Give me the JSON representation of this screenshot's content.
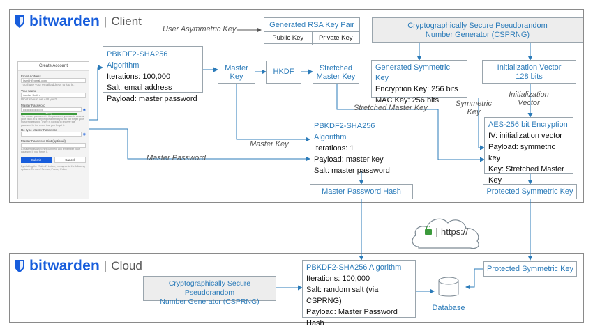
{
  "client": {
    "brand": "bitwarden",
    "label": "Client",
    "rsa": {
      "title": "Generated RSA Key Pair",
      "public": "Public Key",
      "private": "Private Key"
    },
    "user_asym_label": "User Asymmetric Key",
    "csprng": {
      "line1": "Cryptographically Secure Pseudorandom",
      "line2": "Number Generator (CSPRNG)"
    },
    "pbkdf_client": {
      "title": "PBKDF2-SHA256 Algorithm",
      "l1": "Iterations: 100,000",
      "l2": "Salt: email address",
      "l3": "Payload: master password"
    },
    "master_key": {
      "l1": "Master",
      "l2": "Key"
    },
    "hkdf": "HKDF",
    "stretched": {
      "l1": "Stretched",
      "l2": "Master Key"
    },
    "gen_sym": {
      "title": "Generated Symmetric Key",
      "l1": "Encryption Key: 256 bits",
      "l2": "MAC Key: 256 bits"
    },
    "iv": {
      "l1": "Initialization Vector",
      "l2": "128 bits"
    },
    "label_stretched_master_key": "Stretched Master Key",
    "label_symmetric_key": {
      "l1": "Symmetric",
      "l2": "Key"
    },
    "label_init_vector": {
      "l1": "Initialization",
      "l2": "Vector"
    },
    "pbkdf_hash": {
      "title": "PBKDF2-SHA256 Algorithm",
      "l1": "Iterations: 1",
      "l2": "Payload: master key",
      "l3": "Salt: master password"
    },
    "label_master_key": "Master Key",
    "label_master_password": "Master Password",
    "aes": {
      "title": "AES-256 bit Encryption",
      "l1": "IV: initialization vector",
      "l2": "Payload: symmetric key",
      "l3": "Key: Stretched Master",
      "l4": "Key"
    },
    "mph": "Master Password Hash",
    "psk": "Protected Symmetric Key",
    "form": {
      "header": "Create Account",
      "email_label": "Email Address",
      "email_value": "j.smith@gmail.com",
      "email_hint": "You'll use your email address to log in.",
      "name_label": "Your Name",
      "name_value": "Jordan Smith",
      "name_hint": "What should we call you?",
      "mp_label": "Master Password",
      "mp_value": "••••••••••••••••••••",
      "strength": "Strong",
      "mp_hint": "The master password is the password you use to access your vault. It is very important that you do not forget your master password. There is no way to recover the password in the event that you forget it.",
      "retype_label": "Re-type Master Password",
      "hint_label": "Master Password Hint (optional)",
      "hint_hint": "A master password hint can help you remember your password if you forget it.",
      "submit": "Submit",
      "cancel": "Cancel",
      "terms": "By clicking the \"Submit\" button, you agree to the following updates: Terms of Service, Privacy Policy"
    }
  },
  "transport": {
    "url": "https://"
  },
  "cloud": {
    "brand": "bitwarden",
    "label": "Cloud",
    "csprng": {
      "line1": "Cryptographically Secure Pseudorandom",
      "line2": "Number Generator (CSPRNG)"
    },
    "pbkdf": {
      "title": "PBKDF2-SHA256 Algorithm",
      "l1": "Iterations: 100,000",
      "l2": "Salt: random salt (via CSPRNG)",
      "l3": "Payload: Master Password",
      "l4": "Hash"
    },
    "database": "Database",
    "psk": "Protected Symmetric Key"
  },
  "colors": {
    "accent": "#2b7bb9",
    "brand": "#175ddc",
    "border": "#9aa5ad"
  }
}
